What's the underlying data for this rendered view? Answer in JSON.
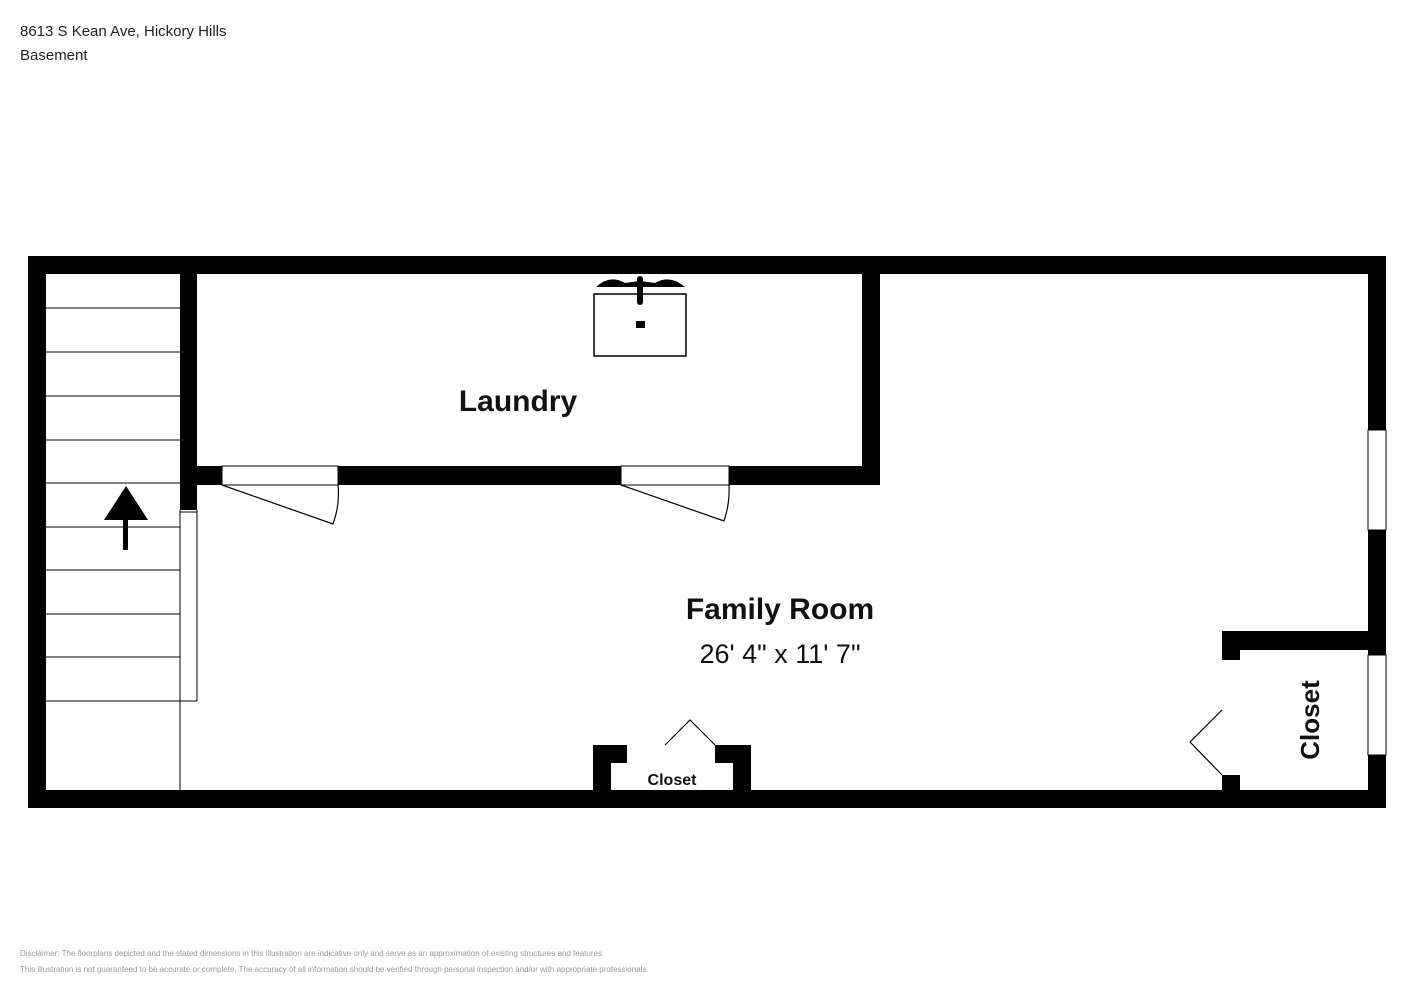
{
  "header": {
    "address": "8613 S Kean Ave, Hickory Hills",
    "floor": "Basement"
  },
  "rooms": {
    "laundry": "Laundry",
    "family_room": "Family Room",
    "family_room_dims": "26' 4\" x 11' 7\"",
    "closet_bottom": "Closet",
    "closet_right": "Closet"
  },
  "disclaimer": {
    "line1": "Disclaimer: The floorplans depicted and the stated dimensions in this illustration are indicative only and serve as an approximation of existing structures and features.",
    "line2": "This illustration is not guaranteed to be accurate or complete. The accuracy of all information should be verified through personal inspection and/or with appropriate professionals."
  }
}
